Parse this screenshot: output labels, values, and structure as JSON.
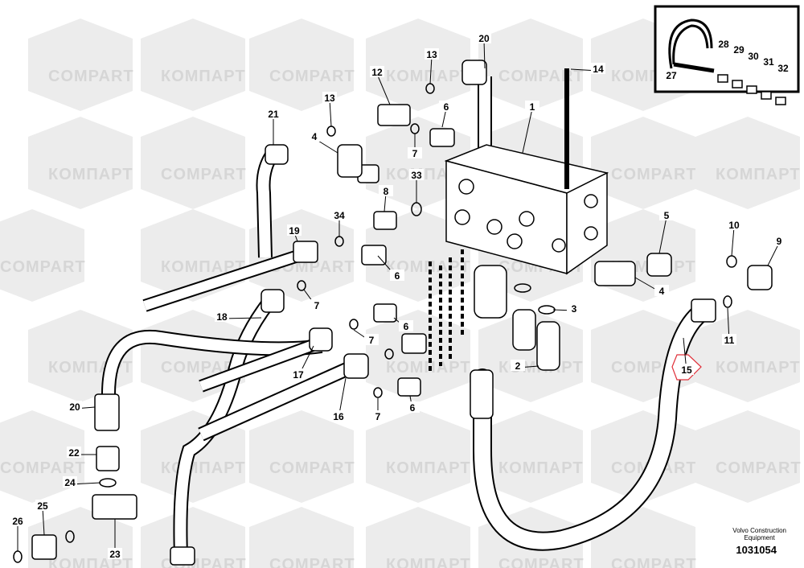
{
  "diagram": {
    "watermark": {
      "latin": "COMPART",
      "cyrillic": "КОМПАРТ"
    },
    "callouts": [
      "20",
      "13",
      "14",
      "12",
      "13",
      "6",
      "1",
      "21",
      "4",
      "7",
      "33",
      "8",
      "34",
      "5",
      "10",
      "9",
      "19",
      "6",
      "7",
      "4",
      "3",
      "18",
      "11",
      "6",
      "7",
      "15",
      "2",
      "17",
      "16",
      "7",
      "6",
      "20",
      "22",
      "24",
      "25",
      "26",
      "23"
    ],
    "inset_callouts": [
      "27",
      "28",
      "29",
      "30",
      "31",
      "32"
    ],
    "highlighted_callout": "15",
    "highlight_color": "#e0303a"
  },
  "footer": {
    "maker": "Volvo Construction",
    "maker2": "Equipment",
    "drawing_number": "1031054"
  }
}
